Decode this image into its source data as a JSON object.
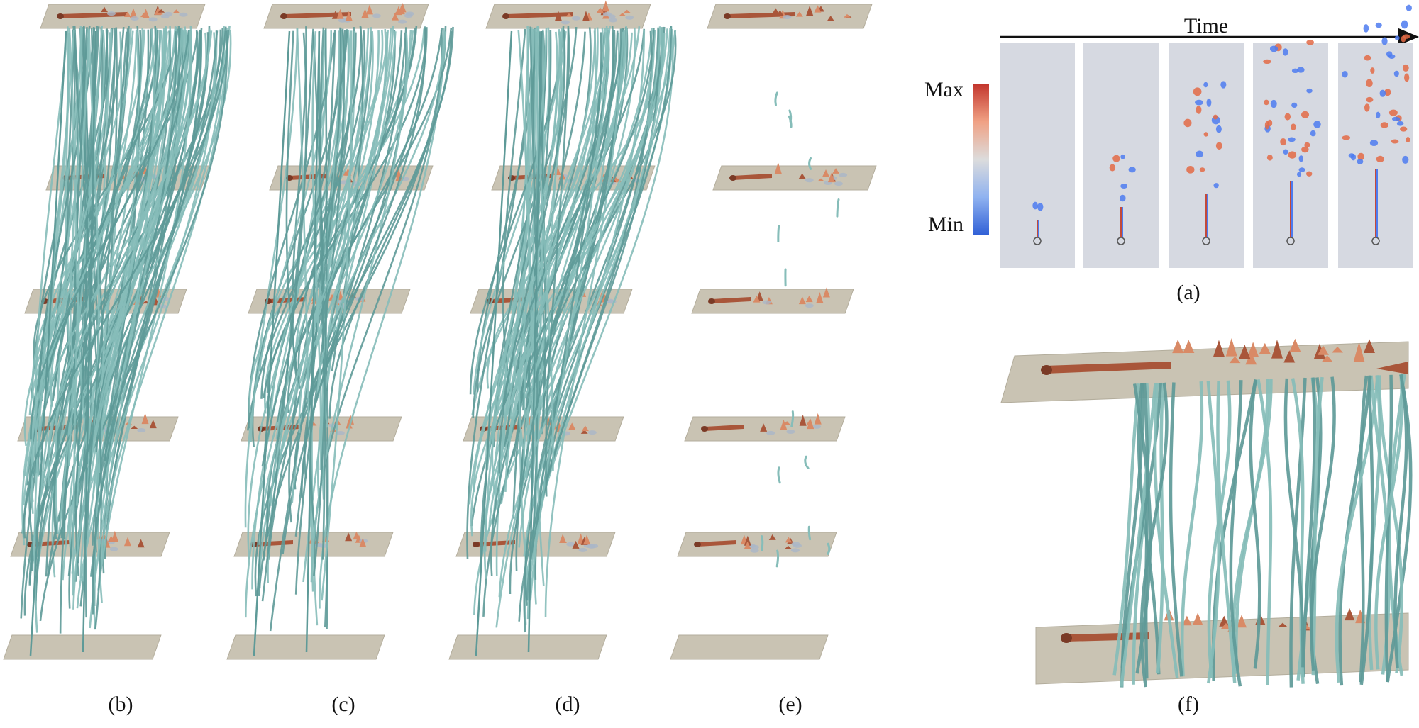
{
  "figure": {
    "time_label": "Time",
    "colorbar": {
      "max_label": "Max",
      "min_label": "Min",
      "colors": [
        "#2f5fd6",
        "#8fb2f0",
        "#dcdcdc",
        "#f0a184",
        "#c2352c"
      ]
    },
    "captions": {
      "a": "(a)",
      "b": "(b)",
      "c": "(c)",
      "d": "(d)",
      "e": "(e)",
      "f": "(f)"
    },
    "colors": {
      "slab": "#c9c3b3",
      "slab_edge": "#b3ad9c",
      "tube": "#5e9a98",
      "tube_light": "#86bdb9",
      "ridge": "#a9563a",
      "ridge_light": "#d98a66",
      "panel_bg": "#d6d9e1",
      "vortex_red": "#e36a45",
      "vortex_blue": "#4d7bf0"
    },
    "panels_b_to_e": [
      "b",
      "c",
      "d",
      "e"
    ],
    "tube_density": {
      "b": 1.0,
      "c": 0.55,
      "d": 0.75,
      "e": 0.12
    },
    "timestep_panels": 5
  }
}
